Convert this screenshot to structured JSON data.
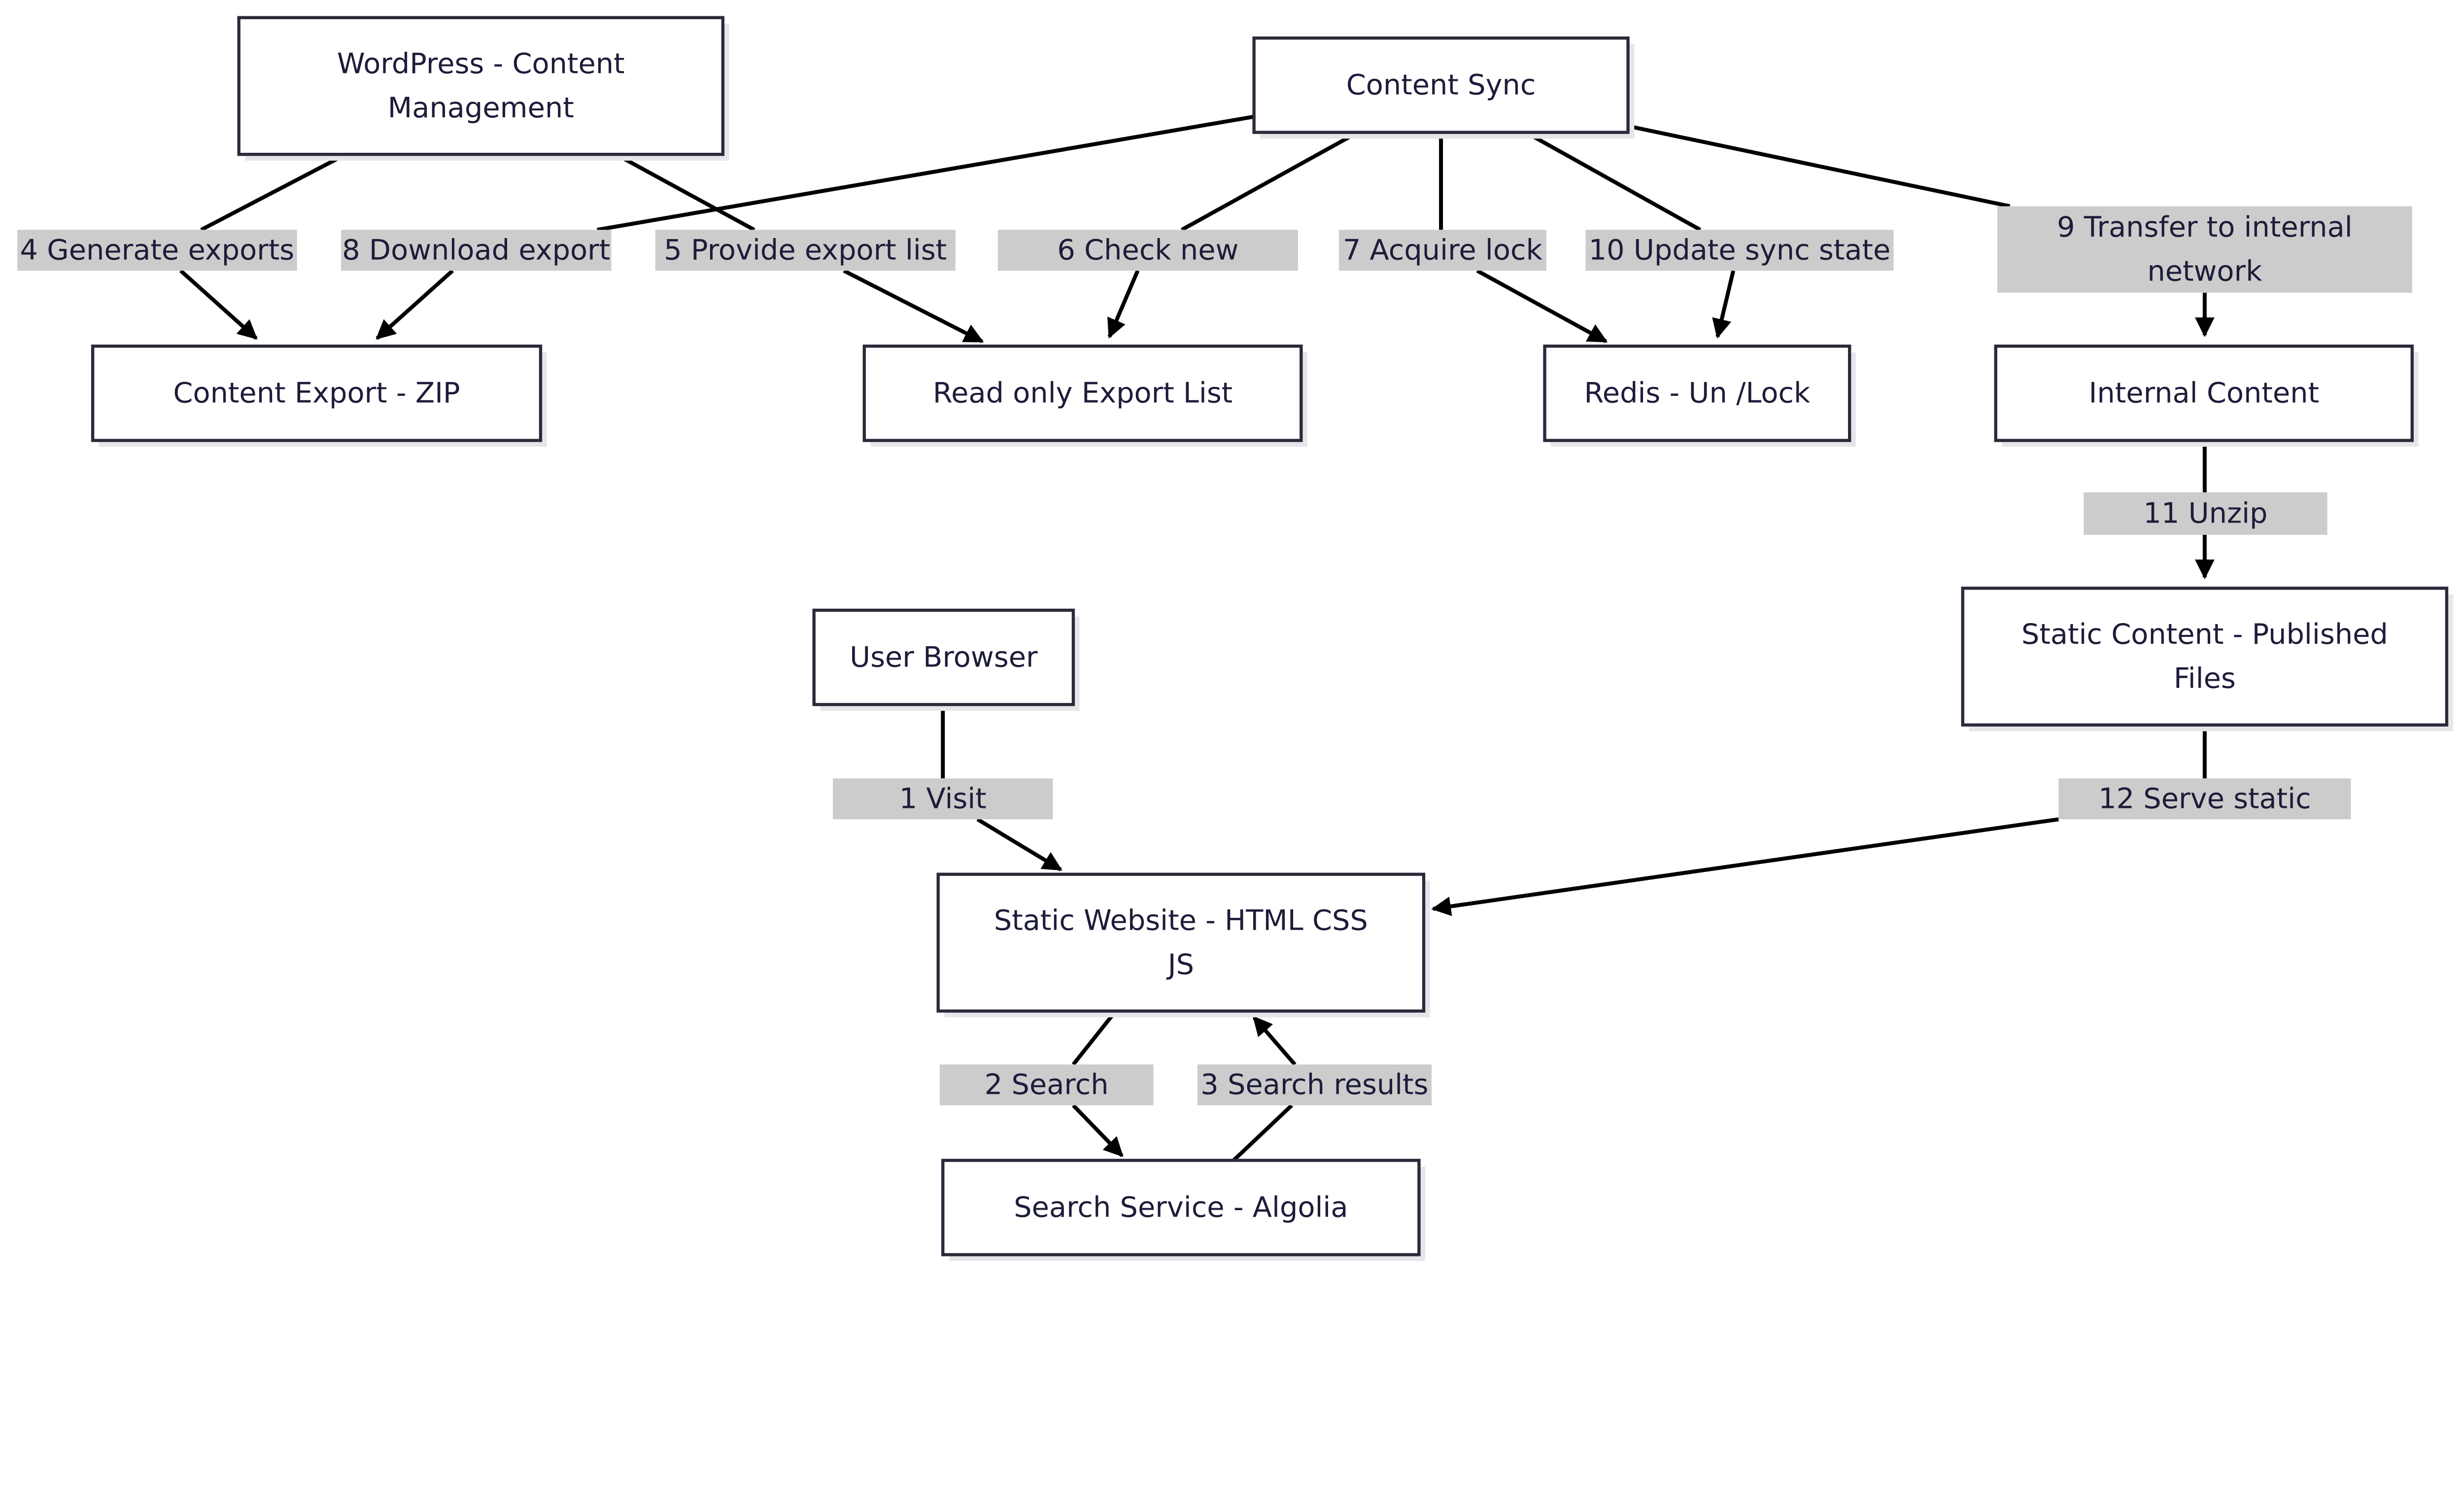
{
  "nodes": [
    {
      "id": "wordpress",
      "lines": [
        "WordPress - Content",
        "Management"
      ]
    },
    {
      "id": "content-sync",
      "lines": [
        "Content Sync"
      ]
    },
    {
      "id": "content-export-zip",
      "lines": [
        "Content Export - ZIP"
      ]
    },
    {
      "id": "read-only-export-list",
      "lines": [
        "Read only Export List"
      ]
    },
    {
      "id": "redis-lock",
      "lines": [
        "Redis - Un /Lock"
      ]
    },
    {
      "id": "internal-content",
      "lines": [
        "Internal Content"
      ]
    },
    {
      "id": "static-content",
      "lines": [
        "Static Content - Published",
        "Files"
      ]
    },
    {
      "id": "user-browser",
      "lines": [
        "User Browser"
      ]
    },
    {
      "id": "static-website",
      "lines": [
        "Static Website - HTML CSS",
        "JS"
      ]
    },
    {
      "id": "search-service",
      "lines": [
        "Search Service - Algolia"
      ]
    }
  ],
  "edges": [
    {
      "from": "wordpress",
      "to": "content-export-zip",
      "lines": [
        "4 Generate exports"
      ]
    },
    {
      "from": "content-sync",
      "to": "content-export-zip",
      "lines": [
        "8 Download export"
      ]
    },
    {
      "from": "wordpress",
      "to": "read-only-export-list",
      "lines": [
        "5 Provide export list"
      ]
    },
    {
      "from": "content-sync",
      "to": "read-only-export-list",
      "lines": [
        "6 Check new"
      ]
    },
    {
      "from": "content-sync",
      "to": "redis-lock",
      "lines": [
        "7 Acquire lock"
      ]
    },
    {
      "from": "content-sync",
      "to": "redis-lock",
      "lines": [
        "10 Update sync state"
      ]
    },
    {
      "from": "content-sync",
      "to": "internal-content",
      "lines": [
        "9 Transfer to internal",
        "network"
      ]
    },
    {
      "from": "internal-content",
      "to": "static-content",
      "lines": [
        "11 Unzip"
      ]
    },
    {
      "from": "user-browser",
      "to": "static-website",
      "lines": [
        "1 Visit"
      ]
    },
    {
      "from": "static-content",
      "to": "static-website",
      "lines": [
        "12 Serve static"
      ]
    },
    {
      "from": "static-website",
      "to": "search-service",
      "lines": [
        "2 Search"
      ]
    },
    {
      "from": "search-service",
      "to": "static-website",
      "lines": [
        "3 Search results"
      ]
    }
  ],
  "colors": {
    "node_border": "#2a2a3a",
    "text": "#1c1c3a",
    "label_background": "#cccccc",
    "edge": "#000000"
  }
}
